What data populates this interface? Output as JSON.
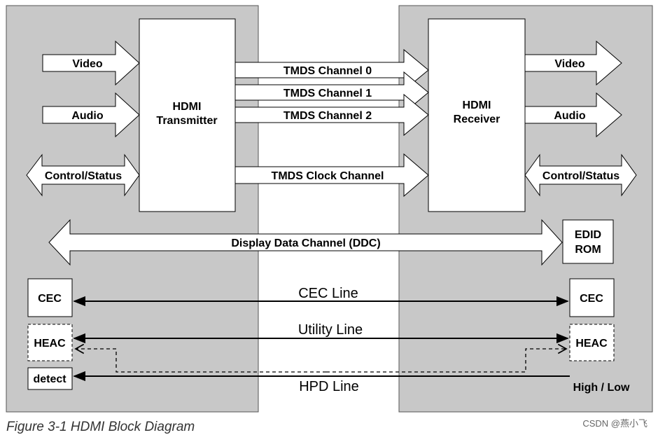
{
  "transmitter": {
    "title_line1": "HDMI",
    "title_line2": "Transmitter"
  },
  "receiver": {
    "title_line1": "HDMI",
    "title_line2": "Receiver"
  },
  "inputs": {
    "video": "Video",
    "audio": "Audio",
    "control": "Control/Status"
  },
  "outputs": {
    "video": "Video",
    "audio": "Audio",
    "control": "Control/Status"
  },
  "channels": {
    "tmds0": "TMDS Channel 0",
    "tmds1": "TMDS Channel 1",
    "tmds2": "TMDS Channel 2",
    "clock": "TMDS Clock Channel",
    "ddc": "Display Data Channel (DDC)"
  },
  "edid": {
    "line1": "EDID",
    "line2": "ROM"
  },
  "lines": {
    "cec": "CEC Line",
    "utility": "Utility Line",
    "hpd": "HPD Line"
  },
  "left_blocks": {
    "cec": "CEC",
    "heac": "HEAC",
    "detect": "detect"
  },
  "right_blocks": {
    "cec": "CEC",
    "heac": "HEAC",
    "high_low": "High / Low"
  },
  "caption": "Figure 3-1 HDMI Block Diagram",
  "watermark": "CSDN @燕小飞",
  "colors": {
    "panel": "#c8c8c8",
    "box": "#ffffff",
    "stroke": "#000000"
  }
}
